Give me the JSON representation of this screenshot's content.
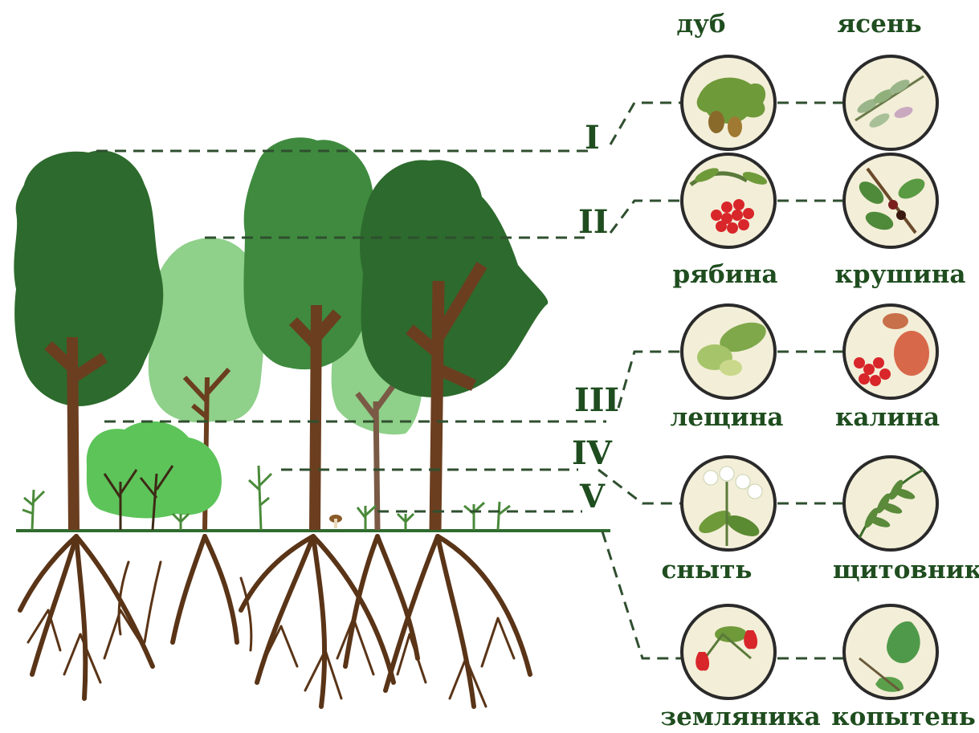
{
  "colors": {
    "dark_canopy": "#2d6a2d",
    "mid_canopy": "#3f8a3f",
    "light_canopy": "#8fd08a",
    "bush": "#5dc45a",
    "trunk": "#6b3e1f",
    "root": "#5a3417",
    "ground": "#2f6b2f",
    "label": "#1f4d1f"
  },
  "tiers": [
    {
      "numeral": "I",
      "icon": "tier-1-canopy"
    },
    {
      "numeral": "II",
      "icon": "tier-2-subcanopy"
    },
    {
      "numeral": "III",
      "icon": "tier-3-shrubs"
    },
    {
      "numeral": "IV",
      "icon": "tier-4-tall-herbs"
    },
    {
      "numeral": "V",
      "icon": "tier-5-low-herbs"
    }
  ],
  "plants": [
    {
      "name": "дуб",
      "icon": "oak-leaf-acorn-icon"
    },
    {
      "name": "ясень",
      "icon": "ash-leaf-icon"
    },
    {
      "name": "рябина",
      "icon": "rowan-berries-icon"
    },
    {
      "name": "крушина",
      "icon": "buckthorn-icon"
    },
    {
      "name": "лещина",
      "icon": "hazel-nut-icon"
    },
    {
      "name": "калина",
      "icon": "viburnum-berries-icon"
    },
    {
      "name": "сныть",
      "icon": "ground-elder-icon"
    },
    {
      "name": "щитовник",
      "icon": "fern-icon"
    },
    {
      "name": "земляника",
      "icon": "strawberry-icon"
    },
    {
      "name": "копытень",
      "icon": "wild-ginger-icon"
    }
  ]
}
